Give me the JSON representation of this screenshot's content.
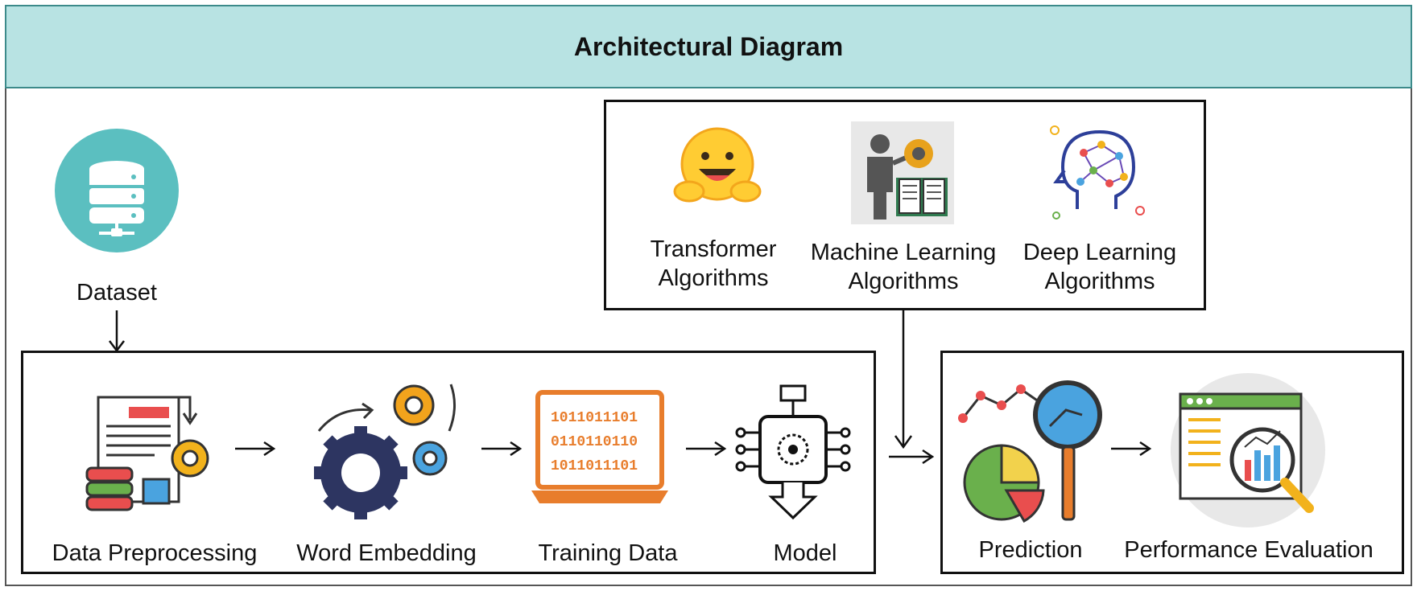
{
  "title": "Architectural Diagram",
  "dataset": {
    "label": "Dataset"
  },
  "algorithms": [
    {
      "line1": "Transformer",
      "line2": "Algorithms"
    },
    {
      "line1": "Machine Learning",
      "line2": "Algorithms"
    },
    {
      "line1": "Deep Learning",
      "line2": "Algorithms"
    }
  ],
  "pipeline": {
    "preprocessing": "Data Preprocessing",
    "embedding": "Word Embedding",
    "training": "Training Data",
    "model": "Model"
  },
  "output": {
    "prediction": "Prediction",
    "evaluation": "Performance Evaluation"
  },
  "colors": {
    "header_bg": "#b8e3e3",
    "teal": "#5bbfc0",
    "orange": "#e87d2c",
    "navy": "#2d3561"
  }
}
